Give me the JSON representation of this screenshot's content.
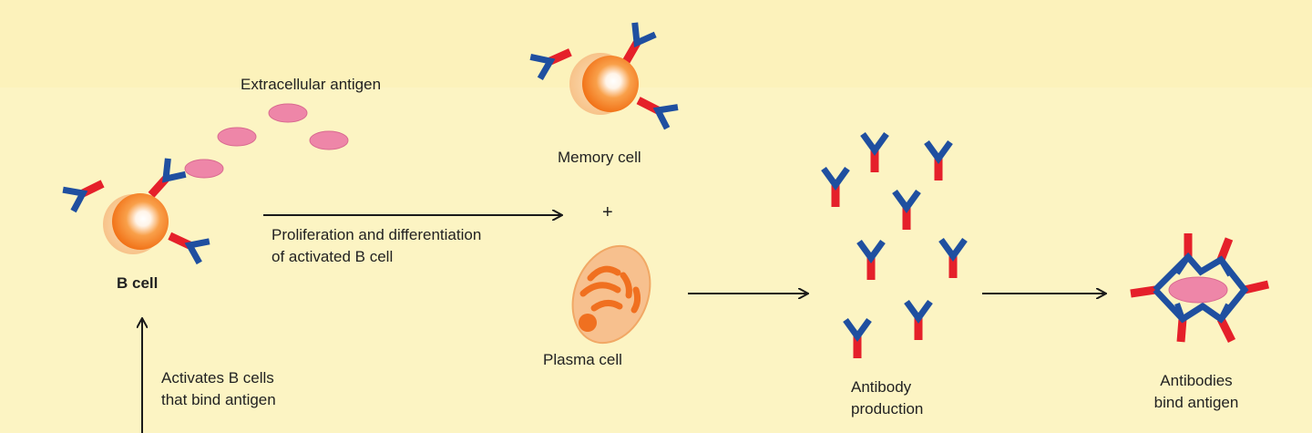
{
  "colors": {
    "background": "#fcf4c3",
    "antibody_arm": "#1f4fa0",
    "antibody_stem": "#e5202a",
    "antigen": "#ee86a8",
    "cell_orange": "#f57c20",
    "plasma_body": "#f7c08e",
    "arrow": "#1a1a1a"
  },
  "labels": {
    "extracellular_antigen": "Extracellular antigen",
    "memory_cell": "Memory cell",
    "plus": "+",
    "proliferation_line1": "Proliferation and differentiation",
    "proliferation_line2": "of activated B cell",
    "b_cell": "B cell",
    "plasma_cell": "Plasma cell",
    "activates_line1": "Activates B cells",
    "activates_line2": "that bind antigen",
    "antibody_production_line1": "Antibody",
    "antibody_production_line2": "production",
    "antibodies_bind_line1": "Antibodies",
    "antibodies_bind_line2": "bind antigen"
  }
}
